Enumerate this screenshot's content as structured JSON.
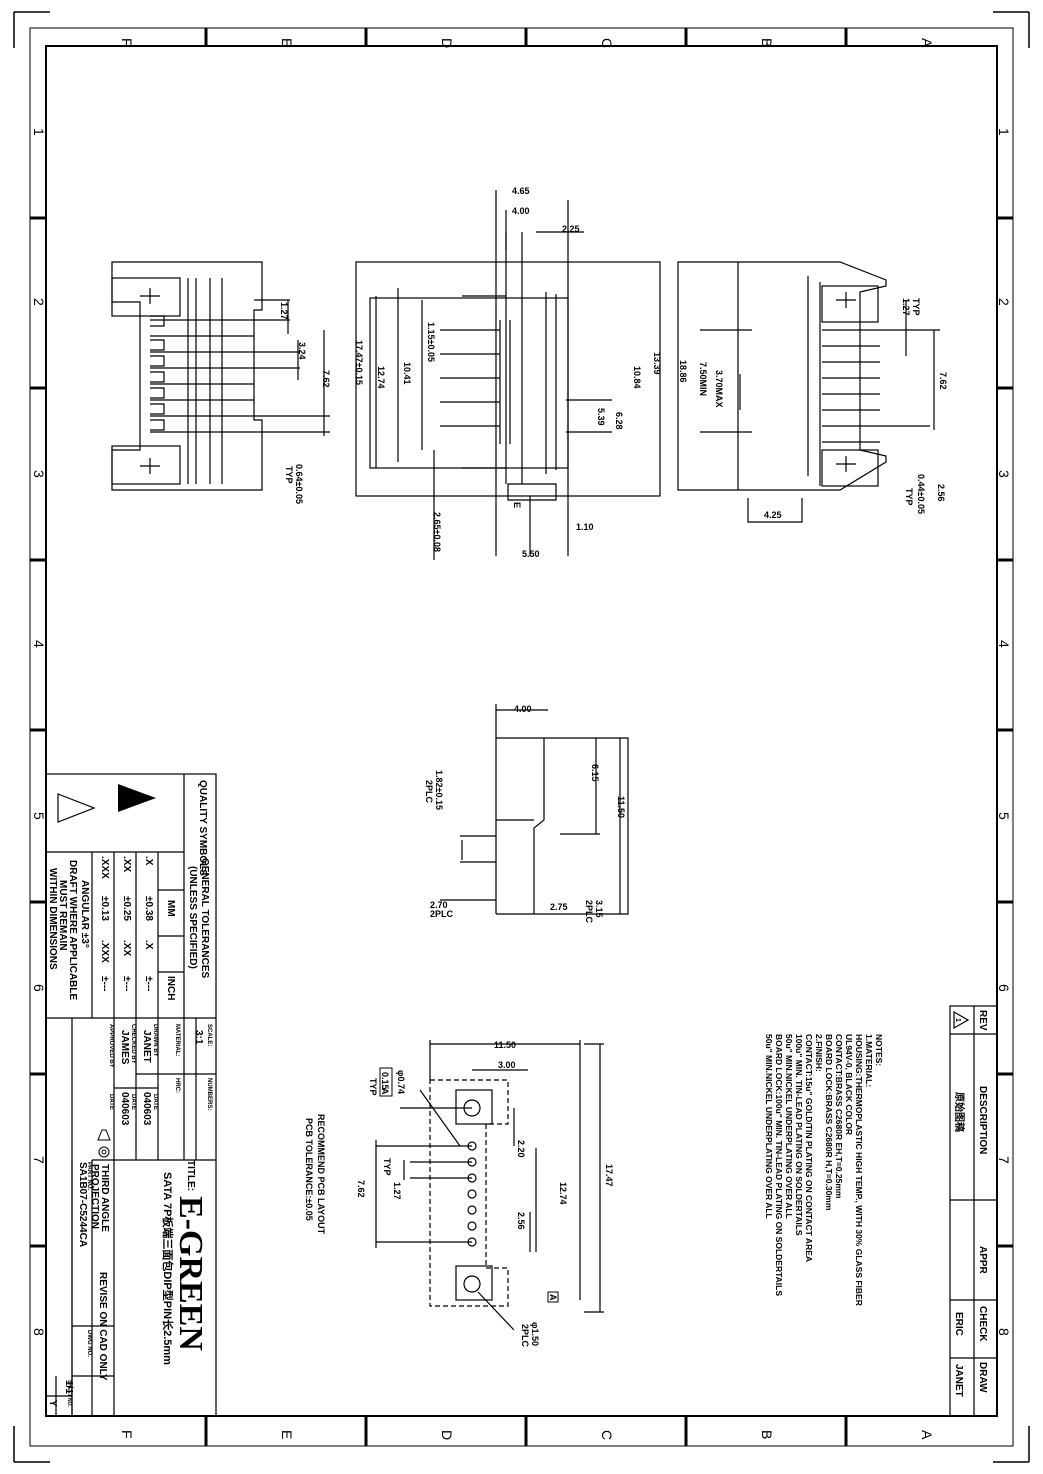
{
  "zones": {
    "letters": [
      "F",
      "E",
      "D",
      "C",
      "B",
      "A"
    ],
    "numbers": [
      "1",
      "2",
      "3",
      "4",
      "5",
      "6",
      "7",
      "8"
    ]
  },
  "dims": {
    "front_top_1": "4.65",
    "front_top_2": "4.00",
    "front_top_3": "2.25",
    "front_h_total": "17.47±0.15",
    "front_h_2": "12.74",
    "front_h_3": "10.41",
    "front_h_4": "1.15±0.05",
    "front_r_1": "10.84",
    "front_r_2": "13.39",
    "front_r_3": "6.28",
    "front_r_4": "5.39",
    "front_bot_1": "2.65±0.08",
    "front_bot_2": "1.10",
    "front_bot_3": "5.50",
    "front_e": "E",
    "left_1": "1.27",
    "left_2": "3.24",
    "left_3": "7.62",
    "left_4": "0.64±0.05",
    "left_typ": "TYP",
    "right_1": "1.27",
    "right_typ1": "TYP",
    "right_2": "18.86",
    "right_3": "7.50MIN",
    "right_4": "3.70MAX",
    "right_5": "7.62",
    "right_6": "2.56",
    "right_7": "0.44±0.05",
    "right_typ2": "TYP",
    "right_8": "4.25",
    "side_1": "4.00",
    "side_2": "6.15",
    "side_3": "11.50",
    "side_4": "1.82±0.15",
    "side_4b": "2PLC",
    "side_5": "2.70",
    "side_5b": "2PLC",
    "side_6": "2.75",
    "side_7": "3.15",
    "side_7b": "2PLC",
    "pcb_1": "11.50",
    "pcb_2": "3.00",
    "pcb_3": "2.20",
    "pcb_4": "17.47",
    "pcb_5": "12.74",
    "pcb_6": "2.56",
    "pcb_7": "1.27",
    "pcb_typ": "TYP",
    "pcb_8": "7.62",
    "pcb_9": "φ0.74",
    "pcb_10": "0.15",
    "pcb_10a": "A",
    "pcb_typ2": "TYP",
    "pcb_11": "φ1.50",
    "pcb_11b": "2PLC",
    "pcb_datum": "A"
  },
  "pcb_title": {
    "line1": "RECOMMEND PCB LAYOUT",
    "line2": "PCB TOLERANCE:±0.05"
  },
  "notes": [
    "NOTES:",
    "1.MATERIAL:",
    "HOUSING:THERMOPLASTIC HIGH TEMP., WITH 30% GLASS FIBER",
    "      UL94V-0, BLACK COLOR",
    "CONTACT:BRASS C2680R EH,T=0.25mm",
    "BOARD LOCK:BRASS C2680R H,T=0.30mm",
    "2.FINISH:",
    "CONTACT:15u\" GOLD/TIN PLATING ON CONTACT AREA",
    "      100u\" MIN. TIN-LEAD PLATING ON SOLDERTAILS",
    "      50u\" MIN.NICKEL UNDERPLATING OVER ALL",
    "BOARD LOCK:100u\" MIN. TIN-LEAD PLATING ON SOLDERTAILS",
    "      50u\" MIN.NICKEL UNDERPLATING OVER ALL"
  ],
  "revision": {
    "rev_h": "REV",
    "desc_h": "DESCRIPTION",
    "appr_h": "APPR",
    "check_h": "CHECK",
    "draw_h": "DRAW",
    "symbol": "1",
    "description": "原始图稿",
    "check": "ERIC",
    "draw": "JANET"
  },
  "titleblock": {
    "quality_symbols": "QUALITY SYMBOLS",
    "gen_tol": "GENERAL TOLERANCES",
    "unless": "(UNLESS SPECIFIED)",
    "mm": "MM",
    "inch": "INCH",
    "rows": [
      [
        ".X",
        "±0.38",
        ".X",
        "±---"
      ],
      [
        ".XX",
        "±0.25",
        ".XX",
        "±---"
      ],
      [
        ".XXX",
        "±0.13",
        ".XXX",
        "±---"
      ]
    ],
    "angular": "ANGULAR ±3°",
    "draft1": "DRAFT WHERE APPLICABLE",
    "draft2": "MUST REMAIN",
    "draft3": "WITHIN DIMENSIONS",
    "scale_l": "SCALE:",
    "scale": "3:1",
    "numbers_l": "NUMBERS:",
    "material_l": "MATERIAL:",
    "hrc_l": "HRC:",
    "drawn_l": "DRAWN BY",
    "date_l1": "DATE",
    "drawn": "JANET",
    "drawn_date": "040603",
    "checked_l": "CHECKED BY",
    "date_l2": "DATE",
    "checked": "JAMES",
    "checked_date": "040603",
    "approved_l": "APPROVED BY",
    "date_l3": "DATE",
    "title_l": "TITLE:",
    "title": "SATA 7P板端三面包DIP型PIN长2.5mm",
    "company": "E-GREEN",
    "third_angle": "THIRD ANGLE",
    "projection": "PROJECTION",
    "revise": "REVISE ON CAD ONLY",
    "part_l": "PART NO.",
    "part": "SA1B07-C5244CA",
    "dwg_l": "DWG NO.",
    "sheet_l": "SHEET NO.",
    "sheet": "1/1",
    "ver": "Y"
  }
}
